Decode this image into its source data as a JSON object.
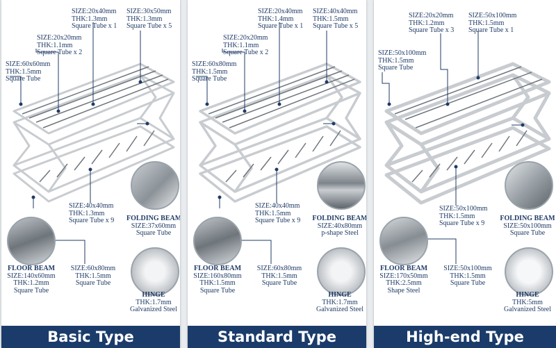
{
  "colors": {
    "label": "#1f3b66",
    "footer": "#1b3c6b",
    "frame": "#c8ccd0"
  },
  "panels": [
    {
      "title": "Basic Type",
      "labels": {
        "top_center": {
          "size": "SIZE:20x40mm",
          "thk": "THK:1.3mm",
          "desc": "Square Tube x 1"
        },
        "top_right": {
          "size": "SIZE:30x50mm",
          "thk": "THK:1.3mm",
          "desc": "Square Tube x 5"
        },
        "upper_left": {
          "size": "SIZE:20x20mm",
          "thk": "THK:1.1mm",
          "desc": "Square Tube x 2"
        },
        "left": {
          "size": "SIZE:60x60mm",
          "thk": "THK:1.5mm",
          "desc": "Square Tube"
        },
        "middle": {
          "size": "SIZE:40x40mm",
          "thk": "THK:1.3mm",
          "desc": "Square Tube x 9"
        },
        "folding": {
          "title": "FOLDING BEAM",
          "size": "SIZE:37x60mm",
          "desc": "Square Tube"
        },
        "floor": {
          "title": "FLOOR BEAM",
          "size": "SIZE:140x60mm",
          "thk": "THK:1.2mm",
          "desc": "Square Tube"
        },
        "bottom_mid": {
          "size": "SIZE:60x80mm",
          "thk": "THK:1.5mm",
          "desc": "Square Tube"
        },
        "hinge": {
          "title": "HINGE",
          "thk": "THK:1.7mm",
          "desc": "Galvanized Steel"
        }
      }
    },
    {
      "title": "Standard Type",
      "labels": {
        "top_center": {
          "size": "SIZE:20x40mm",
          "thk": "THK:1.4mm",
          "desc": "Square Tube x 1"
        },
        "top_right": {
          "size": "SIZE:40x40mm",
          "thk": "THK:1.5mm",
          "desc": "Square Tube x 5"
        },
        "upper_left": {
          "size": "SIZE:20x20mm",
          "thk": "THK:1.1mm",
          "desc": "Square Tube x 2"
        },
        "left": {
          "size": "SIZE:60x80mm",
          "thk": "THK:1.5mm",
          "desc": "Square Tube"
        },
        "middle": {
          "size": "SIZE:40x40mm",
          "thk": "THK:1.5mm",
          "desc": "Square Tube x 9"
        },
        "folding": {
          "title": "FOLDING BEAM",
          "size": "SIZE:40x80mm",
          "desc": "p-shape Steel"
        },
        "floor": {
          "title": "FLOOR BEAM",
          "size": "SIZE:160x80mm",
          "thk": "THK:1.5mm",
          "desc": "Square Tube"
        },
        "bottom_mid": {
          "size": "SIZE:60x80mm",
          "thk": "THK:1.5mm",
          "desc": "Square Tube"
        },
        "hinge": {
          "title": "HINGE",
          "thk": "THK:1.7mm",
          "desc": "Galvanized Steel"
        }
      }
    },
    {
      "title": "High-end Type",
      "labels": {
        "top_center": {
          "size": "SIZE:20x20mm",
          "thk": "THK:1.2mm",
          "desc": "Square Tube x 3"
        },
        "top_right": {
          "size": "SIZE:50x100mm",
          "thk": "THK:1.5mm",
          "desc": "Square Tube x 1"
        },
        "left": {
          "size": "SIZE:50x100mm",
          "thk": "THK:1.5mm",
          "desc": "Square Tube"
        },
        "middle": {
          "size": "SIZE:50x100mm",
          "thk": "THK:1.5mm",
          "desc": "Square Tube x 9"
        },
        "folding": {
          "title": "FOLDING BEAM",
          "size": "SIZE:50x100mm",
          "desc": "Square Tube"
        },
        "floor": {
          "title": "FLOOR BEAM",
          "size": "SIZE:170x50mm",
          "thk": "THK:2.5mm",
          "desc": "Shape Steel"
        },
        "bottom_mid": {
          "size": "SIZE:50x100mm",
          "thk": "THK:1.5mm",
          "desc": "Square Tube"
        },
        "hinge": {
          "title": "HINGE",
          "thk": "THK:5mm",
          "desc": "Galvanized Steel"
        }
      }
    }
  ]
}
